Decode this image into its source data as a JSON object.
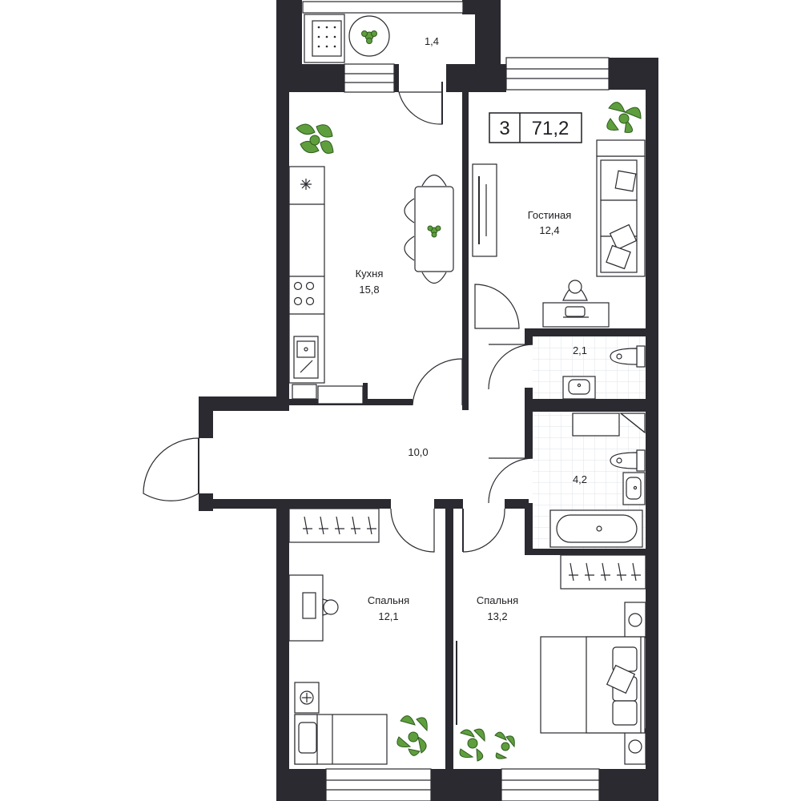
{
  "summary": {
    "rooms_count": "3",
    "total_area": "71,2"
  },
  "rooms": {
    "balcony": {
      "area": "1,4"
    },
    "kitchen": {
      "name": "Кухня",
      "area": "15,8"
    },
    "living": {
      "name": "Гостиная",
      "area": "12,4"
    },
    "wc": {
      "area": "2,1"
    },
    "bathroom": {
      "area": "4,2"
    },
    "hall": {
      "area": "10,0"
    },
    "bedroom_1": {
      "name": "Спальня",
      "area": "12,1"
    },
    "bedroom_2": {
      "name": "Спальня",
      "area": "13,2"
    }
  },
  "colors": {
    "wall": "#2a2a30",
    "plant": "#5f9e3d",
    "tile": "#e9edf0"
  }
}
